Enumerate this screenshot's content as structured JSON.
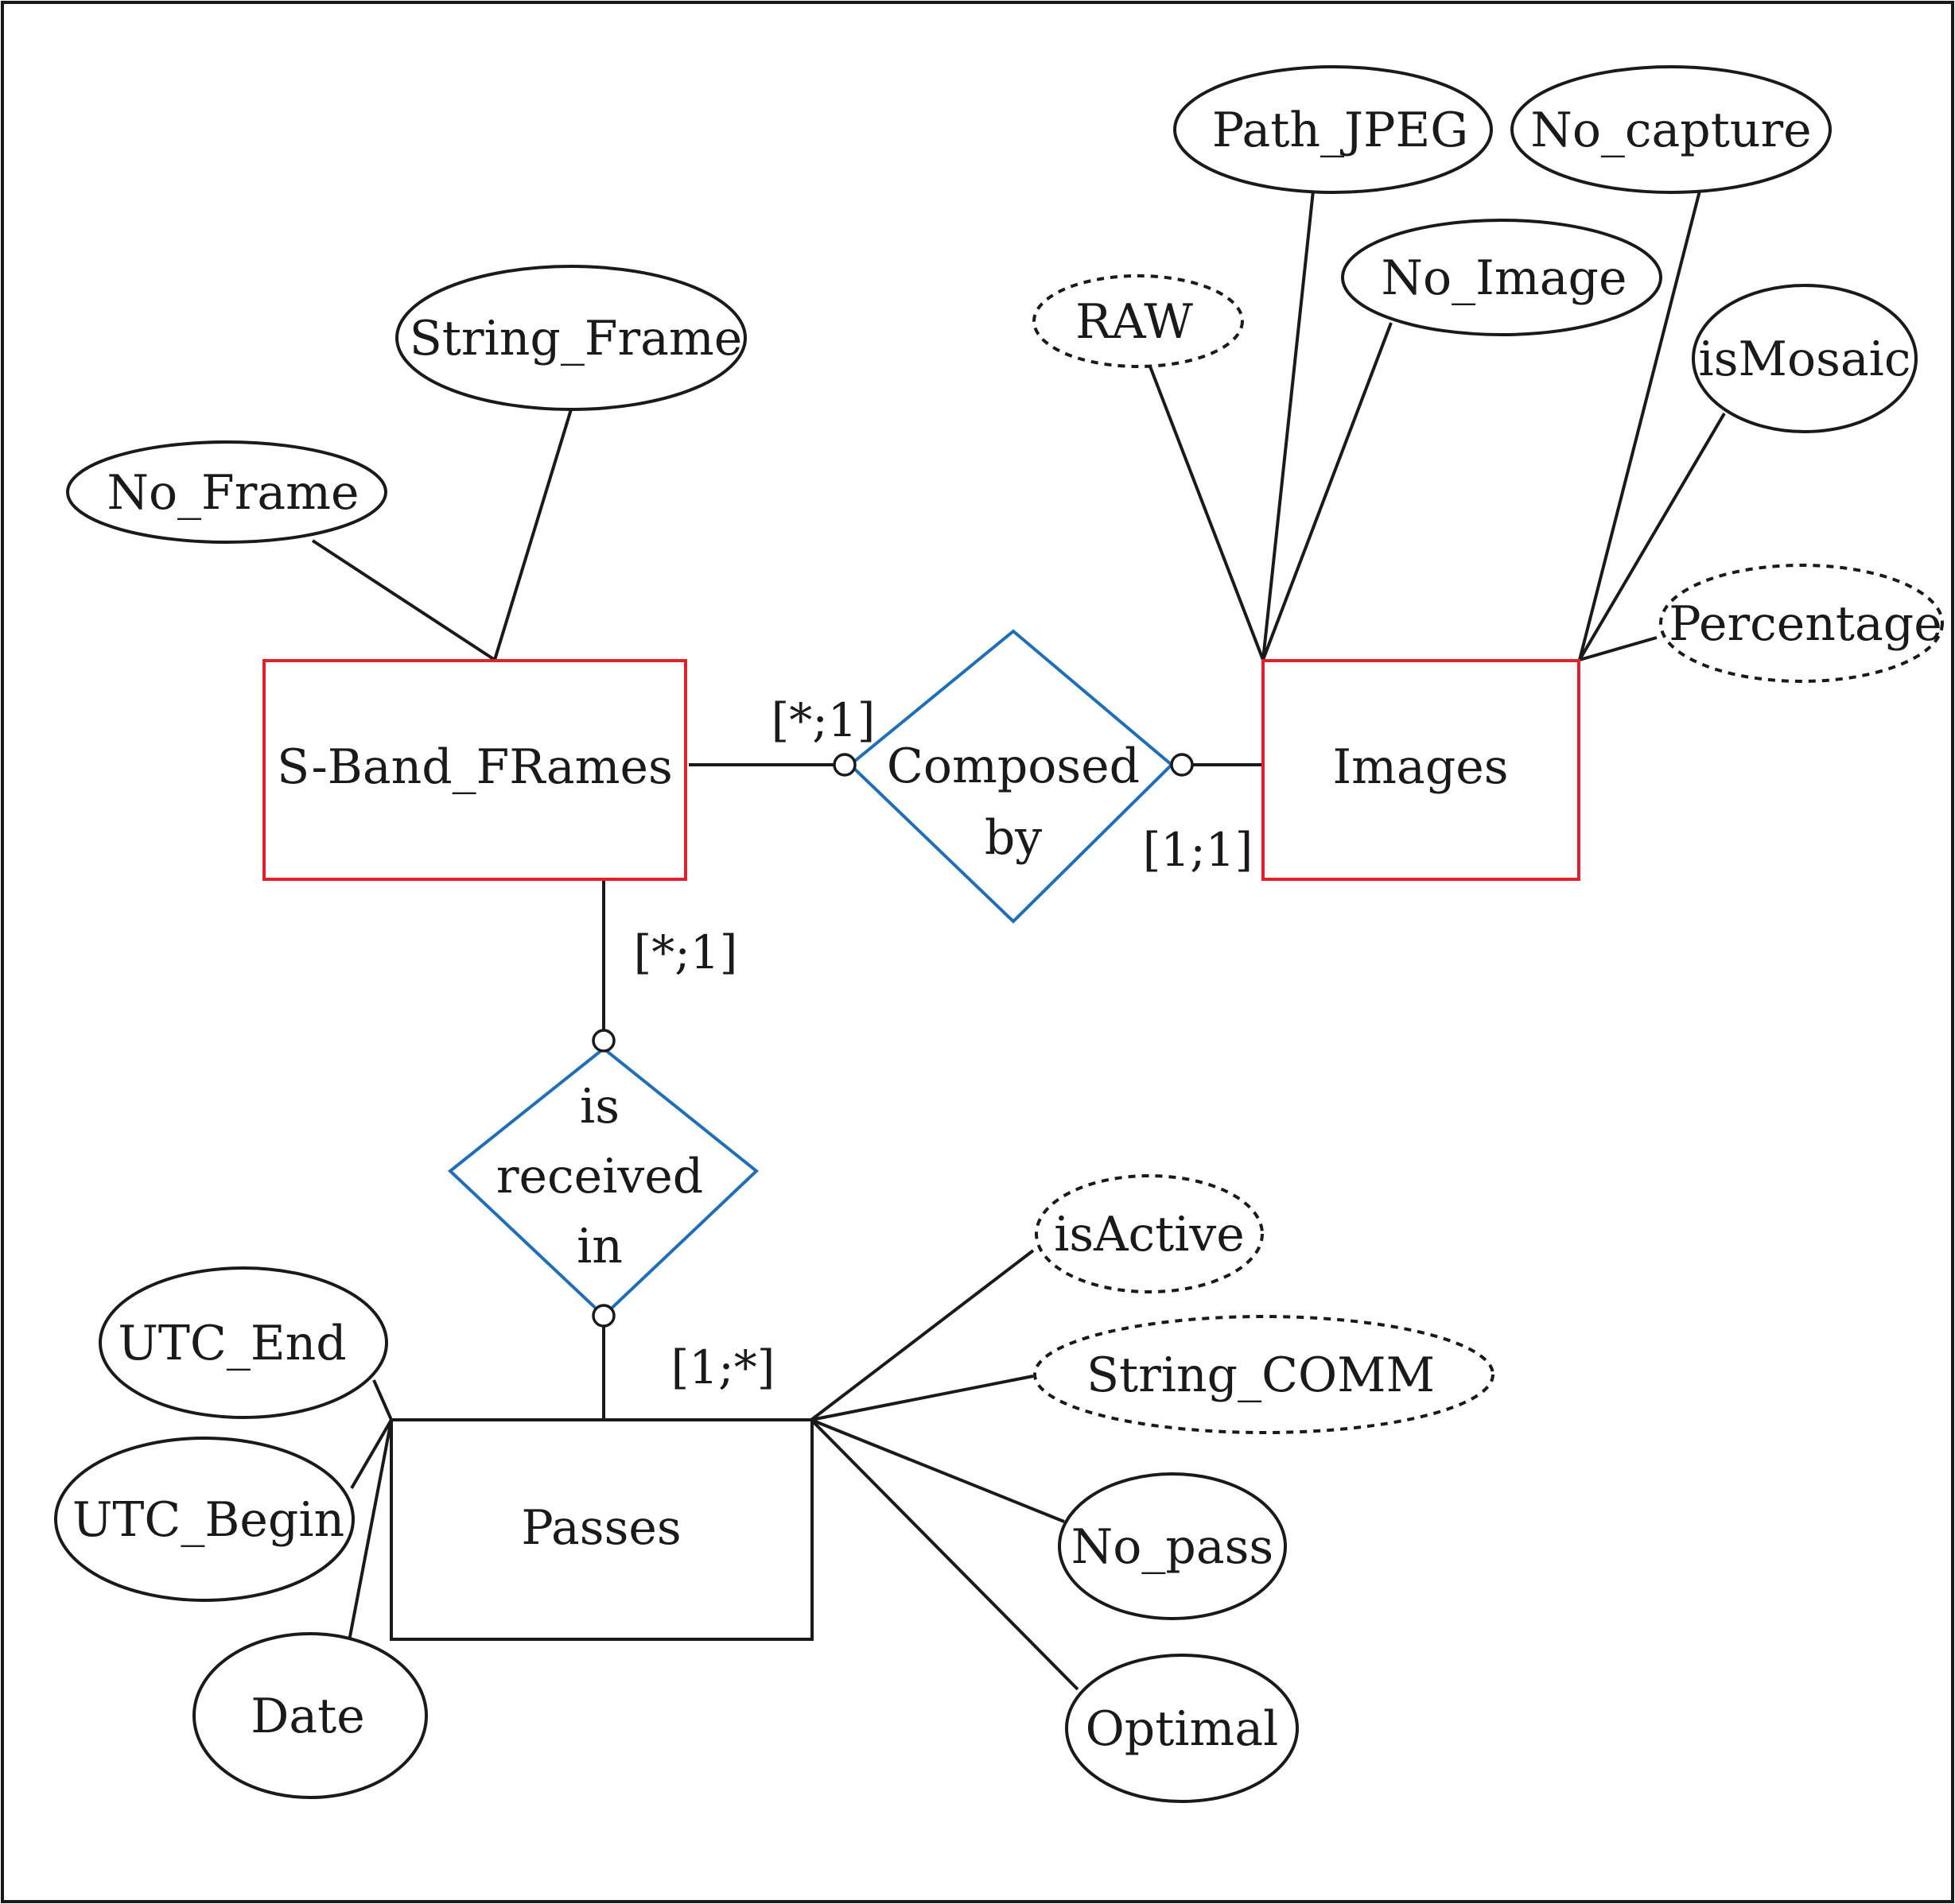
{
  "colors": {
    "ink": "#1a1a1a",
    "entity_border_highlight": "#e0202a",
    "relationship_border": "#1f6fb8",
    "background": "#ffffff"
  },
  "entities": {
    "sband": "S-Band_FRames",
    "images": "Images",
    "passes": "Passes"
  },
  "relationships": {
    "composed": [
      "Composed",
      "by"
    ],
    "received": [
      "is",
      "received",
      "in"
    ]
  },
  "attributes": {
    "no_frame": "No_Frame",
    "string_frame": "String_Frame",
    "raw": "RAW",
    "path_jpeg": "Path_JPEG",
    "no_capture": "No_capture",
    "no_image": "No_Image",
    "is_mosaic": "isMosaic",
    "percentage": "Percentage",
    "utc_end": "UTC_End",
    "utc_begin": "UTC_Begin",
    "date": "Date",
    "is_active": "isActive",
    "string_comm": "String_COMM",
    "no_pass": "No_pass",
    "optimal": "Optimal"
  },
  "cardinalities": {
    "sband_composed": "[*;1]",
    "images_composed": "[1;1]",
    "sband_received": "[*;1]",
    "passes_received": "[1;*]"
  }
}
